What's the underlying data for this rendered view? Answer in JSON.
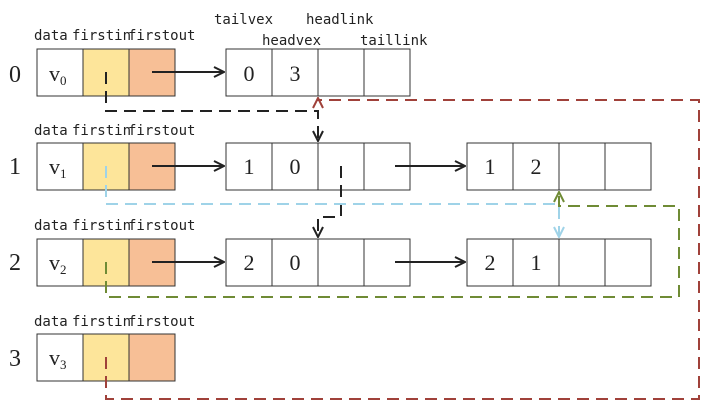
{
  "header_labels": {
    "tailvex": "tailvex",
    "headlink": "headlink",
    "headvex": "headvex",
    "taillink": "taillink"
  },
  "vertex_field_labels": {
    "data": "data",
    "firstin": "firstin",
    "firstout": "firstout"
  },
  "vertices": [
    {
      "index": "0",
      "data_base": "v",
      "data_sub": "0"
    },
    {
      "index": "1",
      "data_base": "v",
      "data_sub": "1"
    },
    {
      "index": "2",
      "data_base": "v",
      "data_sub": "2"
    },
    {
      "index": "3",
      "data_base": "v",
      "data_sub": "3"
    }
  ],
  "arcs": [
    {
      "tailvex": "0",
      "headvex": "3"
    },
    {
      "tailvex": "1",
      "headvex": "0"
    },
    {
      "tailvex": "1",
      "headvex": "2"
    },
    {
      "tailvex": "2",
      "headvex": "0"
    },
    {
      "tailvex": "2",
      "headvex": "1"
    }
  ],
  "colors": {
    "firstin": "#fde59a",
    "firstout": "#f7bf96",
    "black_link": "#222222",
    "blue_link": "#9fd3e8",
    "green_link": "#6f8b35",
    "red_link": "#a0413a",
    "border": "#333333"
  }
}
